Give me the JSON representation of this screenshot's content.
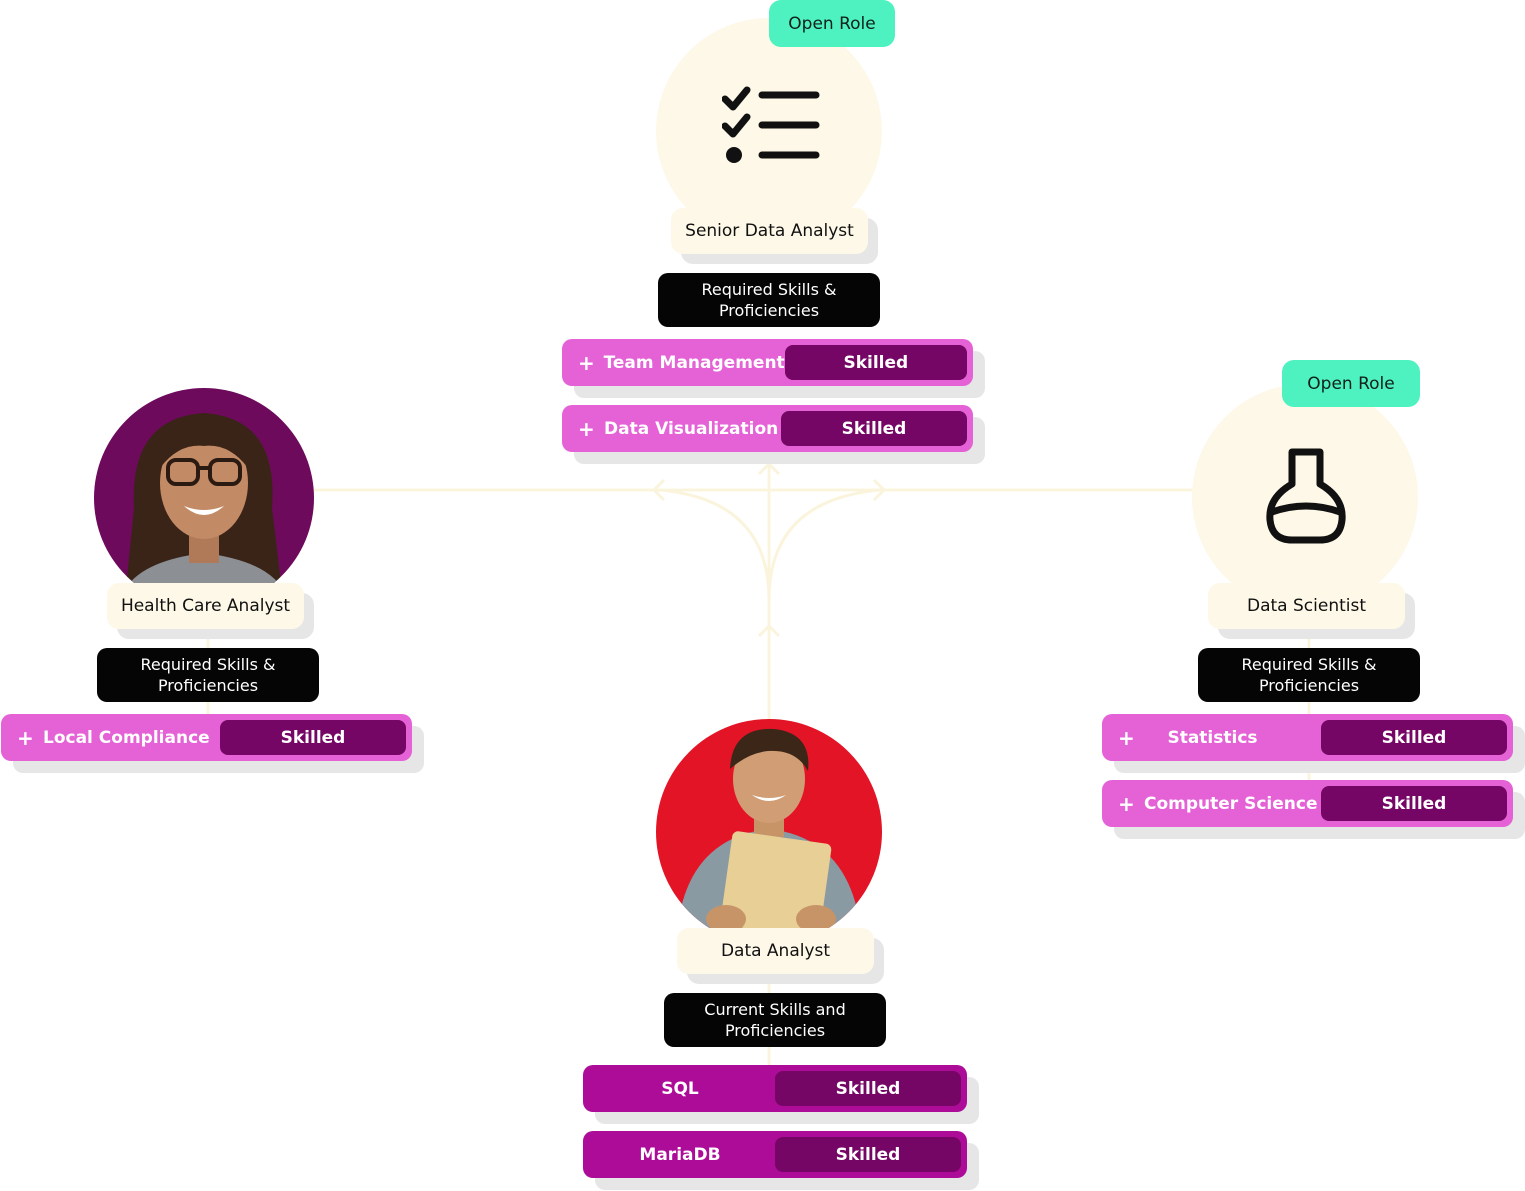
{
  "colors": {
    "open_role_badge": "#4ef2c0",
    "cream": "#fdf8e8",
    "required_skill_row": "#e462d6",
    "current_skill_row": "#ac0c98",
    "skill_level": "#750665",
    "header_box": "#050505",
    "connector": "#fbf4dd"
  },
  "roles": {
    "senior_data_analyst": {
      "badge": "Open Role",
      "icon": "checklist-icon",
      "title": "Senior Data Analyst",
      "skills_header": [
        "Required Skills &",
        "Proficiencies"
      ],
      "skills": [
        {
          "name": "Team Management",
          "level": "Skilled"
        },
        {
          "name": "Data Visualization",
          "level": "Skilled"
        }
      ]
    },
    "health_care_analyst": {
      "avatar": "woman-with-glasses-photo",
      "title": "Health Care Analyst",
      "skills_header": [
        "Required Skills &",
        "Proficiencies"
      ],
      "skills": [
        {
          "name": "Local Compliance",
          "level": "Skilled"
        }
      ]
    },
    "data_scientist": {
      "badge": "Open Role",
      "icon": "flask-icon",
      "title": "Data Scientist",
      "skills_header": [
        "Required Skills &",
        "Proficiencies"
      ],
      "skills": [
        {
          "name": "Statistics",
          "level": "Skilled"
        },
        {
          "name": "Computer Science",
          "level": "Skilled"
        }
      ]
    },
    "data_analyst": {
      "avatar": "man-holding-folder-photo",
      "title": "Data Analyst",
      "skills_header": [
        "Current Skills and",
        "Proficiencies"
      ],
      "skills": [
        {
          "name": "SQL",
          "level": "Skilled"
        },
        {
          "name": "MariaDB",
          "level": "Skilled"
        }
      ]
    }
  }
}
